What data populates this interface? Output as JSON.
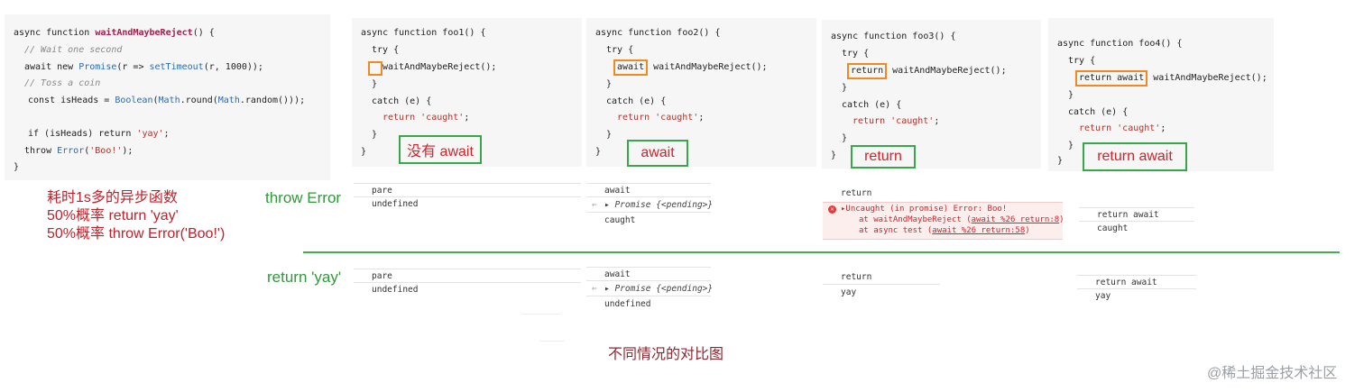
{
  "main_code": {
    "lines": [
      "async function waitAndMaybeReject() {",
      "// Wait one second",
      "await new Promise(r => setTimeout(r, 1000));",
      "// Toss a coin",
      "const isHeads = Boolean(Math.round(Math.random()));",
      "if (isHeads) return 'yay';",
      "throw Error('Boo!');",
      "}"
    ]
  },
  "description": [
    "耗时1s多的异步函数",
    "50%概率 return 'yay'",
    "50%概率 throw Error('Boo!')"
  ],
  "foos": [
    {
      "header": "async function foo1() {",
      "try": "try {",
      "prefix": "",
      "call": "waitAndMaybeReject();",
      "close": "}",
      "catch": "catch (e) {",
      "ret": "return 'caught';",
      "close2": "}",
      "close3": "}",
      "label": "没有 await"
    },
    {
      "header": "async function foo2() {",
      "try": "try {",
      "prefix": "await",
      "call": "waitAndMaybeReject();",
      "close": "}",
      "catch": "catch (e) {",
      "ret": "return 'caught';",
      "close2": "}",
      "close3": "}",
      "label": "await"
    },
    {
      "header": "async function foo3() {",
      "try": "try {",
      "prefix": "return",
      "call": "waitAndMaybeReject();",
      "close": "}",
      "catch": "catch (e) {",
      "ret": "return 'caught';",
      "close2": "}",
      "close3": "}",
      "label": "return"
    },
    {
      "header": "async function foo4() {",
      "try": "try {",
      "prefix": "return await",
      "call": "waitAndMaybeReject();",
      "close": "}",
      "catch": "catch (e) {",
      "ret": "return 'caught';",
      "close2": "}",
      "close3": "}",
      "label": "return await"
    }
  ],
  "rows": {
    "throw_label": "throw Error",
    "yay_label": "return 'yay'",
    "throw": {
      "foo1": [
        "pare",
        "undefined"
      ],
      "foo2": [
        "await",
        "Promise {<pending>}",
        "caught"
      ],
      "foo3_first": "return",
      "foo3_error": {
        "msg": "Uncaught (in promise) Error: Boo!",
        "at1_prefix": "at waitAndMaybeReject (",
        "at1_link": "await %26 return:8",
        "at2_prefix": "at async test (",
        "at2_link": "await %26 return:58",
        "suffix": ")"
      },
      "foo4": [
        "return await",
        "caught"
      ]
    },
    "yay": {
      "foo1": [
        "pare",
        "undefined"
      ],
      "foo2": [
        "await",
        "Promise {<pending>}",
        "undefined"
      ],
      "foo3": [
        "return",
        "yay"
      ],
      "foo4": [
        "return await",
        "yay"
      ]
    }
  },
  "caption": "不同情况的对比图",
  "watermark": "@稀土掘金技术社区",
  "colors": {
    "highlight_box": "#f08a20",
    "label_box": "#35a84a",
    "label_text": "#d0232a",
    "divider": "#3cb04c"
  }
}
